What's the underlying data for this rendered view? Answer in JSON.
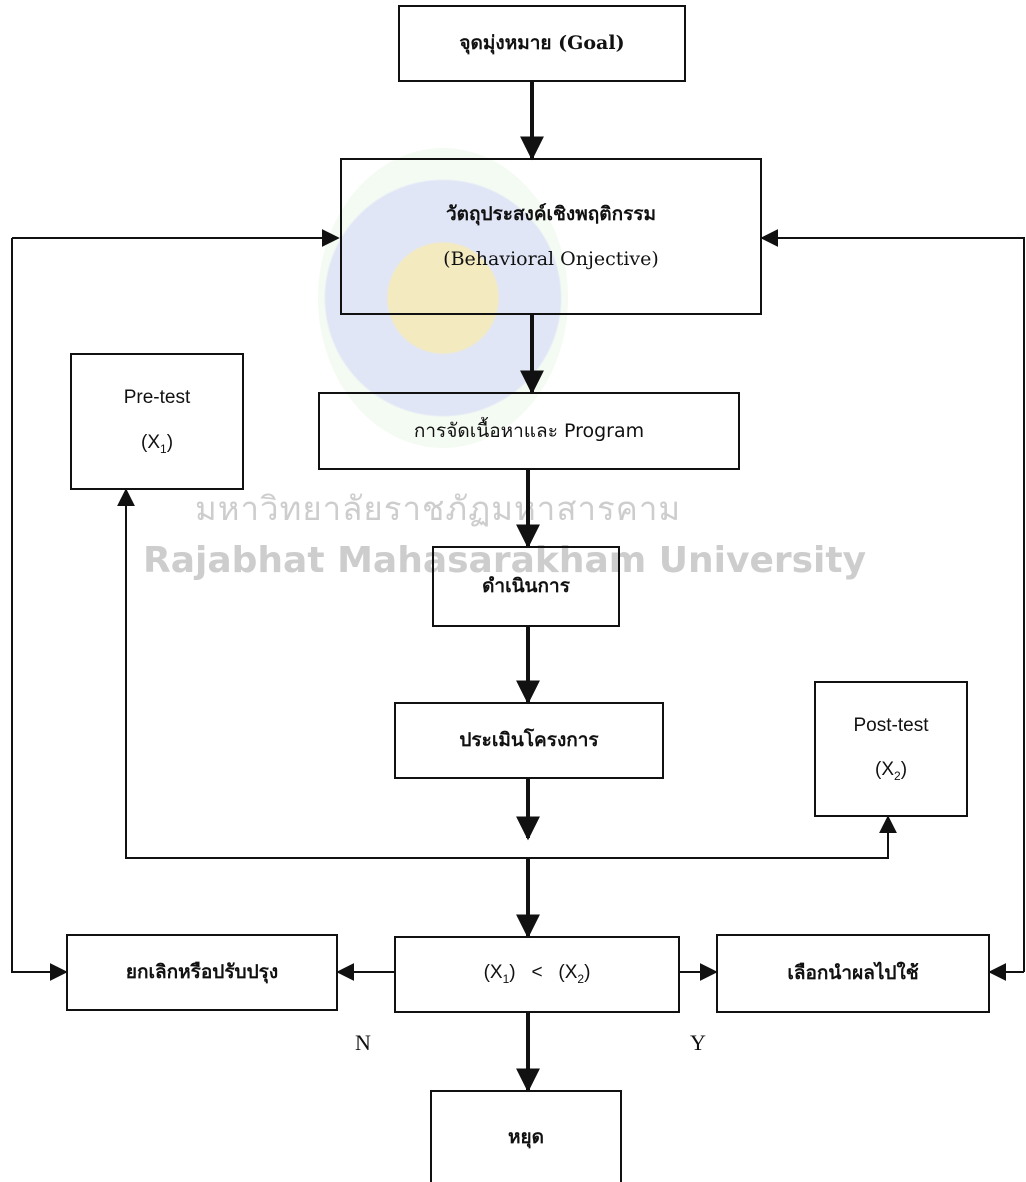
{
  "watermark": {
    "line1": "มหาวิทยาลัยราชภัฏมหาสารคาม",
    "line2": "Rajabhat Mahasarakham University"
  },
  "nodes": {
    "goal": "จุดมุ่งหมาย (Goal)",
    "objective_line1": "วัตถุประสงค์เชิงพฤติกรรม",
    "objective_line2": "(Behavioral Onjective)",
    "content": "การจัดเนื้อหาและ Program",
    "operate": "ดำเนินการ",
    "evaluate": "ประเมินโครงการ",
    "pretest_label": "Pre-test",
    "pretest_var": "X",
    "pretest_sub": "1",
    "posttest_label": "Post-test",
    "posttest_var": "X",
    "posttest_sub": "2",
    "compare_left_var": "X",
    "compare_left_sub": "1",
    "compare_op": "<",
    "compare_right_var": "X",
    "compare_right_sub": "2",
    "cancel": "ยกเลิกหรือปรับปรุง",
    "apply": "เลือกนำผลไปใช้",
    "stop": "หยุด"
  },
  "edge_labels": {
    "no": "N",
    "yes": "Y"
  }
}
